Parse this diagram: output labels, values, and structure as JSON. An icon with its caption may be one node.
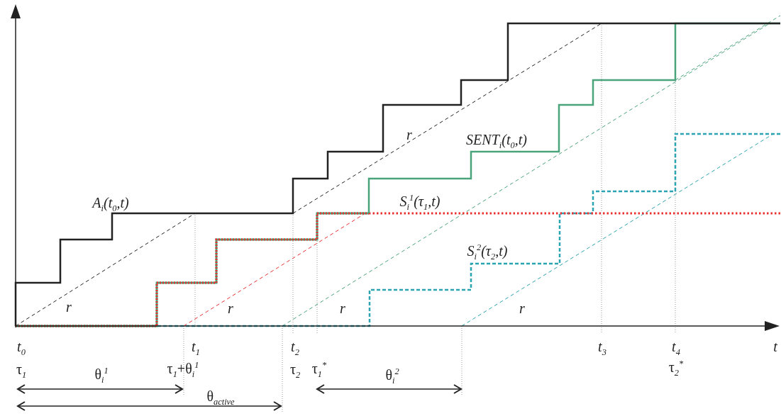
{
  "diagram": {
    "labels": [
      "SENT$_{i}$(t$_{0}$,t)",
      "r",
      "A$_{i}$(t$_{0}$,t)",
      "S$_{i}$$^{1}$(τ$_{1}$,t)",
      "S$_{i}$$^{2}$(τ$_{2}$,t)",
      "r",
      "r",
      "r",
      "r",
      "t$_{0}$",
      "t$_{1}$",
      "t$_{2}$",
      "t$_{3}$",
      "t$_{4}$",
      "t",
      "τ$_{1}$",
      "θ$_{i}$$^{1}$",
      "τ$_{1}$+θ$_{i}$$^{1}$",
      "τ$_{2}$",
      "τ$_{1}$$^{*}$",
      "θ$_{i}$$^{2}$",
      "τ$_{2}$$^{*}$",
      "θ$_{active}$"
    ]
  }
}
